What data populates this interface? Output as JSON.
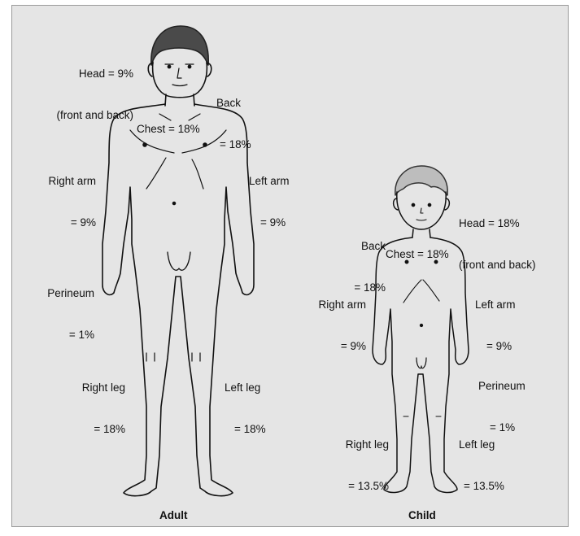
{
  "adult": {
    "caption": "Adult",
    "head": [
      "Head = 9%",
      "(front and back)"
    ],
    "back": [
      "Back",
      "= 18%"
    ],
    "chest": "Chest = 18%",
    "right_arm": [
      "Right arm",
      "= 9%"
    ],
    "left_arm": [
      "Left arm",
      "= 9%"
    ],
    "perineum": [
      "Perineum",
      "= 1%"
    ],
    "right_leg": [
      "Right leg",
      "= 18%"
    ],
    "left_leg": [
      "Left leg",
      "= 18%"
    ]
  },
  "child": {
    "caption": "Child",
    "head": [
      "Head = 18%",
      "(front and back)"
    ],
    "back": [
      "Back",
      "= 18%"
    ],
    "chest": "Chest = 18%",
    "right_arm": [
      "Right arm",
      "= 9%"
    ],
    "left_arm": [
      "Left arm",
      "= 9%"
    ],
    "perineum": [
      "Perineum",
      "= 1%"
    ],
    "right_leg": [
      "Right leg",
      "= 13.5%"
    ],
    "left_leg": [
      "Left leg",
      "= 13.5%"
    ]
  }
}
